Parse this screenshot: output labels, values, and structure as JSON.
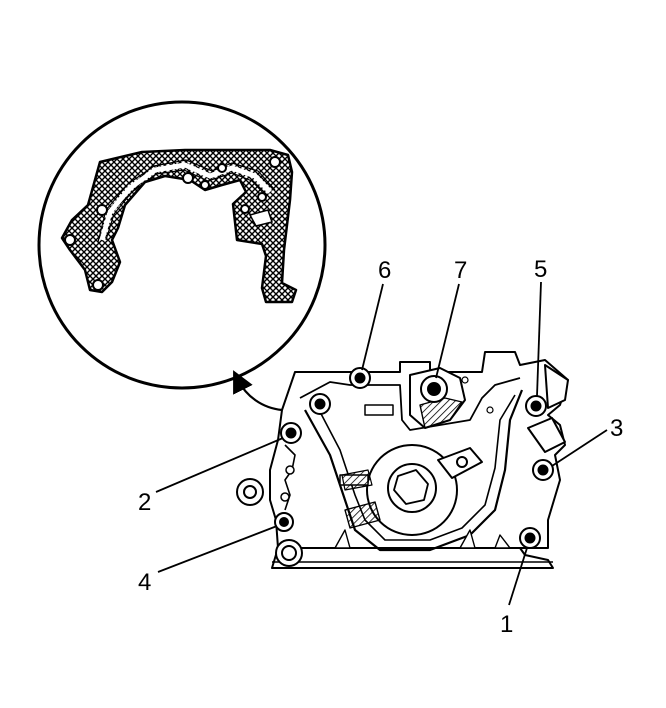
{
  "colors": {
    "line": "#000000",
    "background": "#ffffff"
  },
  "callouts": [
    {
      "id": "6",
      "label": "6"
    },
    {
      "id": "7",
      "label": "7"
    },
    {
      "id": "5",
      "label": "5"
    },
    {
      "id": "3",
      "label": "3"
    },
    {
      "id": "2",
      "label": "2"
    },
    {
      "id": "4",
      "label": "4"
    },
    {
      "id": "1",
      "label": "1"
    }
  ]
}
